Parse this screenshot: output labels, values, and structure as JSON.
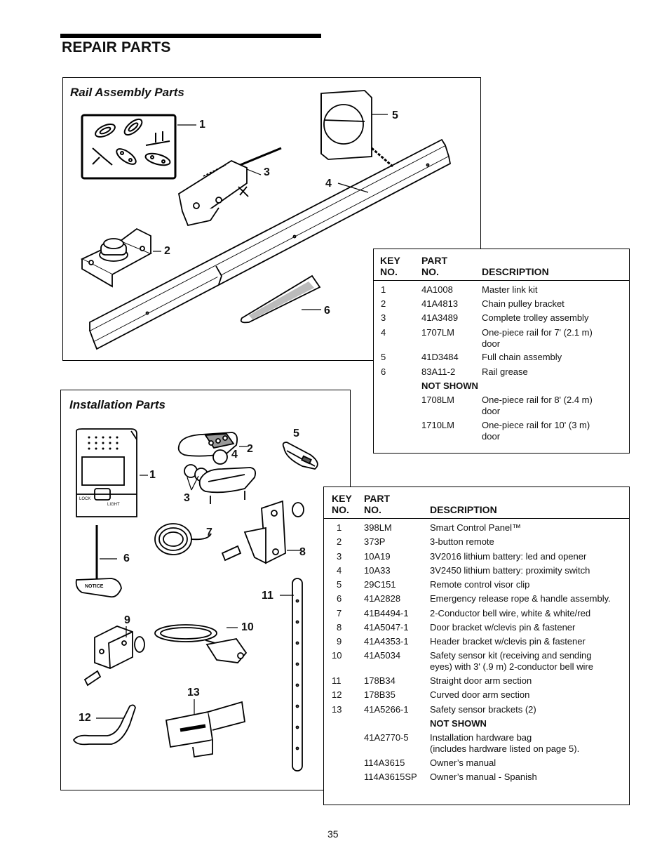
{
  "page": {
    "title": "REPAIR PARTS",
    "page_number": "35"
  },
  "rail": {
    "title": "Rail Assembly Parts",
    "callouts": [
      "1",
      "2",
      "3",
      "4",
      "5",
      "6"
    ],
    "table": {
      "headers": {
        "key": [
          "KEY",
          "NO."
        ],
        "part": [
          "PART",
          "NO."
        ],
        "desc": "DESCRIPTION"
      },
      "rows": [
        {
          "key": "1",
          "part": "4A1008",
          "desc": "Master link kit"
        },
        {
          "key": "2",
          "part": "41A4813",
          "desc": "Chain pulley bracket"
        },
        {
          "key": "3",
          "part": "41A3489",
          "desc": "Complete trolley assembly"
        },
        {
          "key": "4",
          "part": "1707LM",
          "desc": "One-piece rail for 7' (2.1 m)",
          "desc2": "door"
        },
        {
          "key": "5",
          "part": "41D3484",
          "desc": "Full chain assembly"
        },
        {
          "key": "6",
          "part": "83A11-2",
          "desc": "Rail grease"
        }
      ],
      "not_shown_label": "NOT SHOWN",
      "not_shown": [
        {
          "part": "1708LM",
          "desc": "One-piece rail for 8' (2.4 m)",
          "desc2": "door"
        },
        {
          "part": "1710LM",
          "desc": "One-piece rail for 10' (3 m)",
          "desc2": "door"
        }
      ]
    }
  },
  "install": {
    "title": "Installation Parts",
    "callouts": [
      "1",
      "2",
      "3",
      "4",
      "5",
      "6",
      "7",
      "8",
      "9",
      "10",
      "11",
      "12",
      "13"
    ],
    "panel_labels": {
      "lock": "LOCK",
      "light": "LIGHT",
      "notice": "NOTICE"
    },
    "table": {
      "headers": {
        "key": [
          "KEY",
          "NO."
        ],
        "part": [
          "PART",
          "NO."
        ],
        "desc": "DESCRIPTION"
      },
      "rows": [
        {
          "key": "1",
          "part": "398LM",
          "desc": "Smart Control Panel™"
        },
        {
          "key": "2",
          "part": "373P",
          "desc": "3-button remote"
        },
        {
          "key": "3",
          "part": "10A19",
          "desc": "3V2016 lithium battery: led and opener"
        },
        {
          "key": "4",
          "part": "10A33",
          "desc": "3V2450 lithium battery: proximity switch"
        },
        {
          "key": "5",
          "part": "29C151",
          "desc": "Remote control visor clip"
        },
        {
          "key": "6",
          "part": "41A2828",
          "desc": "Emergency release rope & handle assembly."
        },
        {
          "key": "7",
          "part": "41B4494-1",
          "desc": "2-Conductor bell wire, white & white/red"
        },
        {
          "key": "8",
          "part": "41A5047-1",
          "desc": "Door bracket w/clevis pin & fastener"
        },
        {
          "key": "9",
          "part": "41A4353-1",
          "desc": "Header bracket w/clevis pin & fastener"
        },
        {
          "key": "10",
          "part": "41A5034",
          "desc": "Safety sensor kit (receiving and sending",
          "desc2": "eyes) with 3' (.9 m) 2-conductor bell wire"
        },
        {
          "key": "11",
          "part": "178B34",
          "desc": "Straight door arm section"
        },
        {
          "key": "12",
          "part": "178B35",
          "desc": "Curved door arm section"
        },
        {
          "key": "13",
          "part": "41A5266-1",
          "desc": "Safety sensor brackets (2)"
        }
      ],
      "not_shown_label": "NOT SHOWN",
      "not_shown": [
        {
          "part": "41A2770-5",
          "desc": "Installation hardware bag",
          "desc2": "(includes hardware listed on page 5)."
        },
        {
          "part": "114A3615",
          "desc": "Owner’s manual"
        },
        {
          "part": "114A3615SP",
          "desc": "Owner’s manual - Spanish"
        }
      ]
    }
  }
}
